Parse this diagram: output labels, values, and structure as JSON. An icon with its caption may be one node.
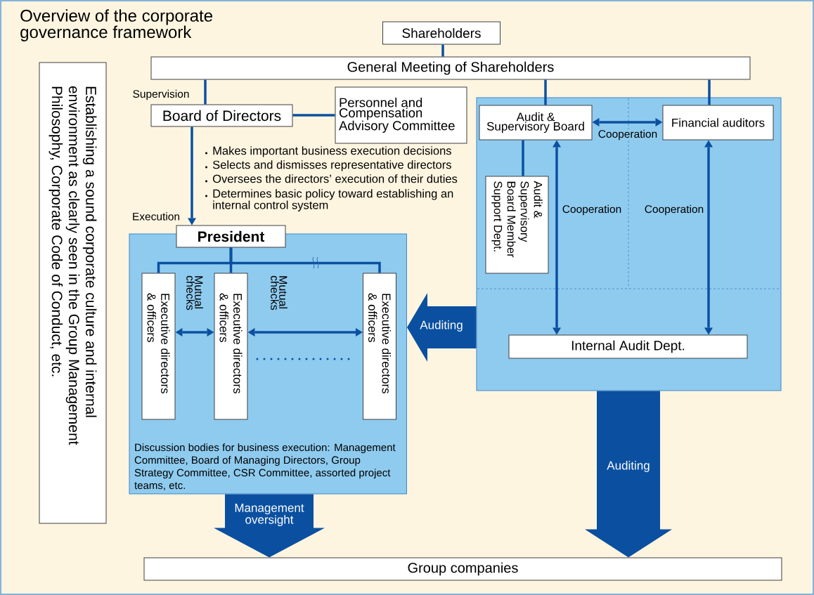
{
  "diagram": {
    "title": "Overview of the corporate governance framework",
    "nodes": [
      {
        "text": [
          "Shareholders"
        ]
      },
      {
        "text": [
          "General Meeting of Shareholders"
        ]
      },
      {
        "text": [
          "Board of Directors"
        ]
      },
      {
        "text": [
          "Personnel and Compensation Advisory Committee"
        ]
      },
      {
        "text": [],
        "shape": "box"
      },
      {
        "text": [
          "Audit & Supervisory Board"
        ],
        "in": 4
      },
      {
        "text": [
          "Financial auditors"
        ],
        "in": 4
      },
      {
        "text": [
          "Audit & Supervisory Board Member Support Dept."
        ],
        "in": 4
      },
      {
        "text": [
          "Internal Audit Dept."
        ],
        "in": 4
      },
      {
        "text": [
          "Discussion bodies for business execution: Management Committee, Board of Managing Directors, Group Strategy Committee, CSR Committee, assorted project teams, etc."
        ]
      },
      {
        "text": [
          "President"
        ]
      },
      {
        "text": [
          "Executive directors & officers"
        ],
        "in": 9
      },
      {
        "text": [
          "Executive directors & officers"
        ],
        "in": 9
      },
      {
        "text": [
          "Executive directors & officers"
        ],
        "in": 9
      },
      {
        "text": [
          "Group companies"
        ]
      },
      {
        "text": [
          "Establishing a sound corporate culture and internal environment as clearly seen in the Group Management Philosophy, Corporate Code of Conduct, etc."
        ]
      }
    ],
    "edges": [
      {
        "from": 0,
        "to": 1,
        "arrow": "none"
      },
      {
        "from": 1,
        "to": 2,
        "arrow": "none",
        "label": "Supervision"
      },
      {
        "from": 1,
        "to": 5,
        "arrow": "none"
      },
      {
        "from": 1,
        "to": 6,
        "arrow": "none"
      },
      {
        "from": 2,
        "to": 3,
        "arrow": "none"
      },
      {
        "from": 2,
        "to": 10,
        "arrow": "to",
        "label": "Execution"
      },
      {
        "from": 5,
        "to": 6,
        "arrow": "both",
        "label": "Cooperation"
      },
      {
        "from": 5,
        "to": 7,
        "arrow": "none"
      },
      {
        "from": 5,
        "to": 8,
        "arrow": "both",
        "label": "Cooperation"
      },
      {
        "from": 6,
        "to": 8,
        "arrow": "both",
        "label": "Cooperation"
      },
      {
        "from": 10,
        "to": 11,
        "arrow": "none"
      },
      {
        "from": 10,
        "to": 12,
        "arrow": "none"
      },
      {
        "from": 10,
        "to": 13,
        "arrow": "none"
      },
      {
        "from": 11,
        "to": 12,
        "arrow": "both",
        "label": "Mutual checks"
      },
      {
        "from": 12,
        "to": 13,
        "arrow": "both",
        "label": "Mutual checks"
      },
      {
        "from": 4,
        "to": 9,
        "arrow": "to",
        "label": "Auditing",
        "style": "thick"
      },
      {
        "from": 9,
        "to": 14,
        "arrow": "to",
        "label": "Management oversight",
        "style": "thick"
      },
      {
        "from": 4,
        "to": 14,
        "arrow": "to",
        "label": "Auditing",
        "style": "thick"
      }
    ],
    "labels": [
      "Makes important business execution decisions",
      "Selects and dismisses representative directors",
      "Oversees the directors’ execution of their duties",
      "Determines basic policy toward establishing an internal control system"
    ]
  }
}
